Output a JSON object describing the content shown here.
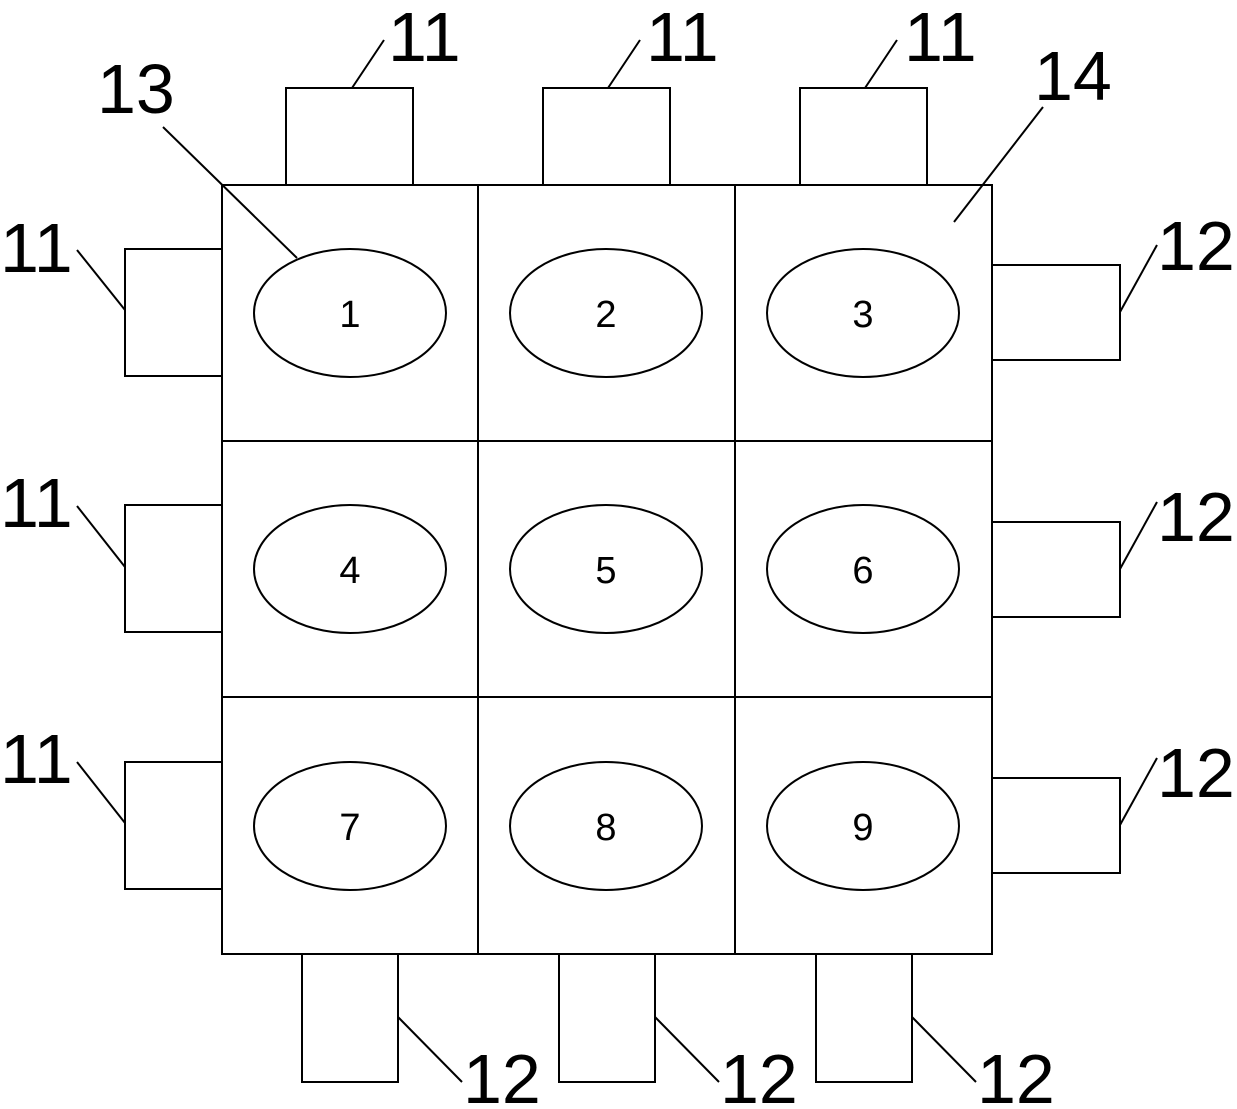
{
  "diagram": {
    "cells": [
      "1",
      "2",
      "3",
      "4",
      "5",
      "6",
      "7",
      "8",
      "9"
    ],
    "reference_labels": {
      "top_ports": [
        "11",
        "11",
        "11"
      ],
      "left_ports": [
        "11",
        "11",
        "11"
      ],
      "right_ports": [
        "12",
        "12",
        "12"
      ],
      "bottom_ports": [
        "12",
        "12",
        "12"
      ],
      "cell_element": "13",
      "grid_body": "14"
    }
  }
}
